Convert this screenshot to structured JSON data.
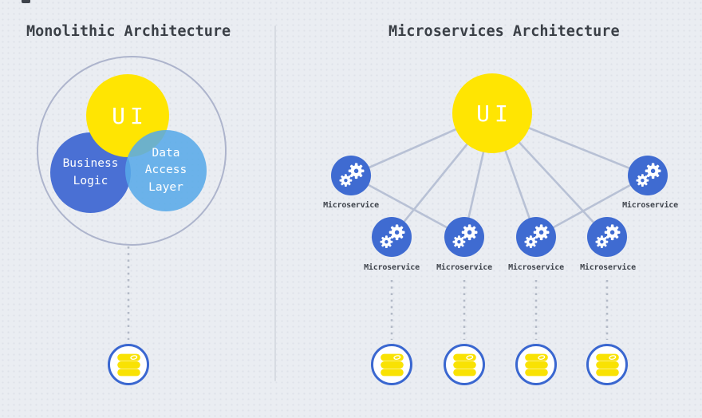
{
  "left_panel": {
    "title": "Monolithic Architecture",
    "ui_circle": {
      "label": "UI",
      "color": "#FFE502",
      "text_color": "#FFFFFF"
    },
    "business_circle": {
      "label": "Business Logic",
      "color": "#4A70D4",
      "text_color": "#FFFFFF"
    },
    "data_circle": {
      "label": "Data Access Layer",
      "color": "#57A9E8",
      "text_color": "#FFFFFF"
    },
    "outer_ring_color": "#ADB4CC",
    "database": {
      "icon": "database-icon",
      "ring_color": "#3A67D0",
      "icon_color": "#F9E203"
    }
  },
  "right_panel": {
    "title": "Microservices Architecture",
    "ui_circle": {
      "label": "UI",
      "color": "#FFE502",
      "text_color": "#FFFFFF"
    },
    "node_color": "#3F6BD1",
    "microservices": [
      {
        "label": "Microservice",
        "position": "upper-left"
      },
      {
        "label": "Microservice",
        "position": "upper-right"
      },
      {
        "label": "Microservice",
        "position": "lower-1"
      },
      {
        "label": "Microservice",
        "position": "lower-2"
      },
      {
        "label": "Microservice",
        "position": "lower-3"
      },
      {
        "label": "Microservice",
        "position": "lower-4"
      }
    ],
    "connections": [
      {
        "from": "ui",
        "to": "microservice-upper-left"
      },
      {
        "from": "ui",
        "to": "microservice-upper-right"
      },
      {
        "from": "ui",
        "to": "microservice-lower-1"
      },
      {
        "from": "ui",
        "to": "microservice-lower-2"
      },
      {
        "from": "ui",
        "to": "microservice-lower-3"
      },
      {
        "from": "ui",
        "to": "microservice-lower-4"
      },
      {
        "from": "microservice-upper-left",
        "to": "microservice-lower-2"
      },
      {
        "from": "microservice-upper-right",
        "to": "microservice-lower-3"
      }
    ],
    "databases": [
      {
        "icon": "database-icon"
      },
      {
        "icon": "database-icon"
      },
      {
        "icon": "database-icon"
      },
      {
        "icon": "database-icon"
      }
    ]
  },
  "colors": {
    "background": "#EAEDF2",
    "grid_dot": "#DEE2E9",
    "divider": "#D7DBE2",
    "connection_line": "#B8C1D5",
    "dotted_line": "#B3BAC7",
    "title_text": "#3B4047",
    "label_text": "#3F444C",
    "db_ring": "#3A67D0",
    "db_icon_yellow": "#F9E203"
  }
}
